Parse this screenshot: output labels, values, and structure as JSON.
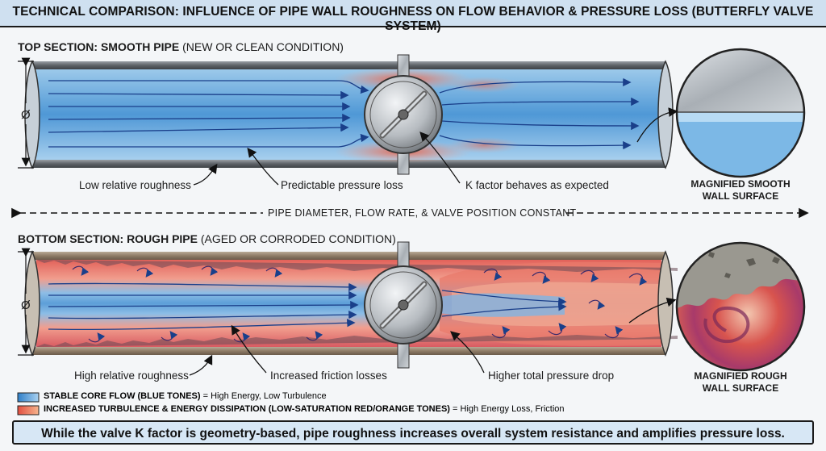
{
  "title": "TECHNICAL COMPARISON: INFLUENCE OF PIPE WALL ROUGHNESS ON FLOW BEHAVIOR & PRESSURE LOSS (BUTTERFLY VALVE SYSTEM)",
  "top": {
    "title_bold": "TOP SECTION: SMOOTH PIPE",
    "title_rest": "(NEW OR CLEAN CONDITION)",
    "diameter_symbol": "Ø",
    "callouts": [
      "Low relative roughness",
      "Predictable pressure loss",
      "K factor behaves as expected"
    ],
    "magnified_label_1": "MAGNIFIED SMOOTH",
    "magnified_label_2": "WALL SURFACE"
  },
  "constant_label": "PIPE DIAMETER, FLOW RATE, & VALVE POSITION CONSTANT",
  "bottom": {
    "title_bold": "BOTTOM SECTION: ROUGH PIPE",
    "title_rest": "(AGED OR CORRODED CONDITION)",
    "diameter_symbol": "Ø",
    "callouts": [
      "High relative roughness",
      "Increased friction losses",
      "Higher total pressure drop"
    ],
    "magnified_label_1": "MAGNIFIED ROUGH",
    "magnified_label_2": "WALL SURFACE"
  },
  "legend": [
    {
      "label": "STABLE CORE FLOW (BLUE TONES)",
      "desc": "= High Energy, Low Turbulence",
      "color": "#3b86cc"
    },
    {
      "label": "INCREASED TURBULENCE & ENERGY DISSIPATION (LOW-SATURATION RED/ORANGE TONES)",
      "desc": "= High Energy Loss, Friction",
      "color": "#e8614c"
    }
  ],
  "footer": "While the valve K factor is geometry-based, pipe roughness increases overall system resistance and amplifies pressure loss."
}
